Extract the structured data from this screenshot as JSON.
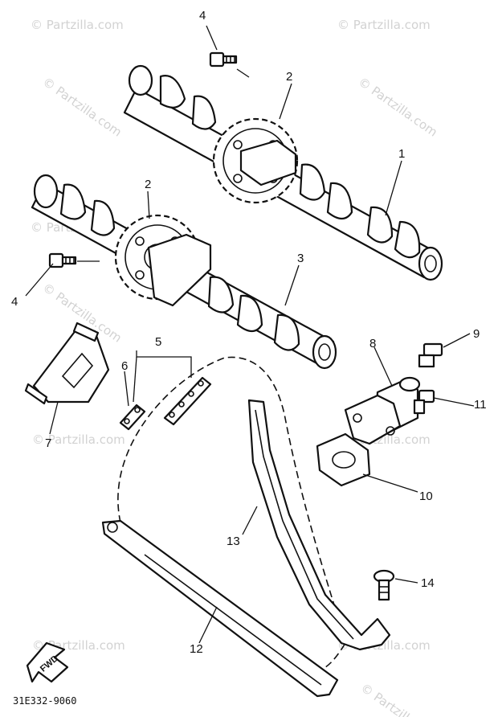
{
  "watermark": "© Partzilla.com",
  "callouts": {
    "c1": "1",
    "c2a": "2",
    "c2b": "2",
    "c3": "3",
    "c4a": "4",
    "c4b": "4",
    "c5": "5",
    "c6": "6",
    "c7": "7",
    "c8": "8",
    "c9": "9",
    "c10": "10",
    "c11": "11",
    "c12": "12",
    "c13": "13",
    "c14": "14"
  },
  "fwd_label": "FWD",
  "diagram_code": "31E332-9060"
}
